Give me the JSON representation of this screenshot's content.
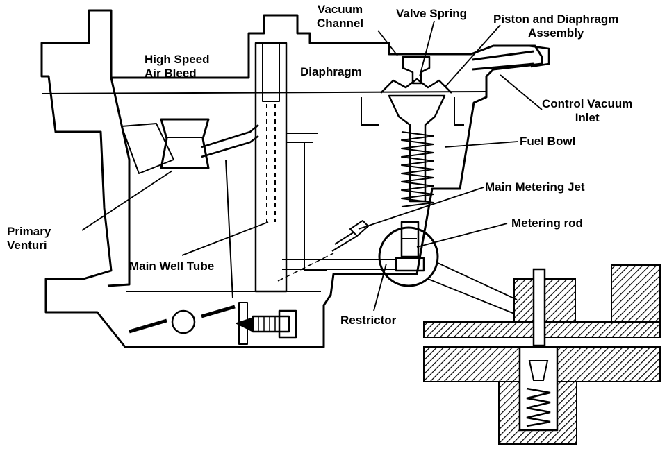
{
  "labels": {
    "vacuum_channel": "Vacuum\nChannel",
    "valve_spring": "Valve Spring",
    "piston_diaphragm": "Piston and Diaphragm\nAssembly",
    "high_speed_air_bleed": "High Speed\nAir Bleed",
    "diaphragm": "Diaphragm",
    "control_vacuum_inlet": "Control Vacuum\nInlet",
    "fuel_bowl": "Fuel Bowl",
    "main_metering_jet": "Main Metering Jet",
    "metering_rod": "Metering rod",
    "primary_venturi": "Primary\nVenturi",
    "main_well_tube": "Main Well Tube",
    "restrictor": "Restrictor"
  },
  "colors": {
    "ink": "#000000",
    "paper": "#ffffff"
  }
}
